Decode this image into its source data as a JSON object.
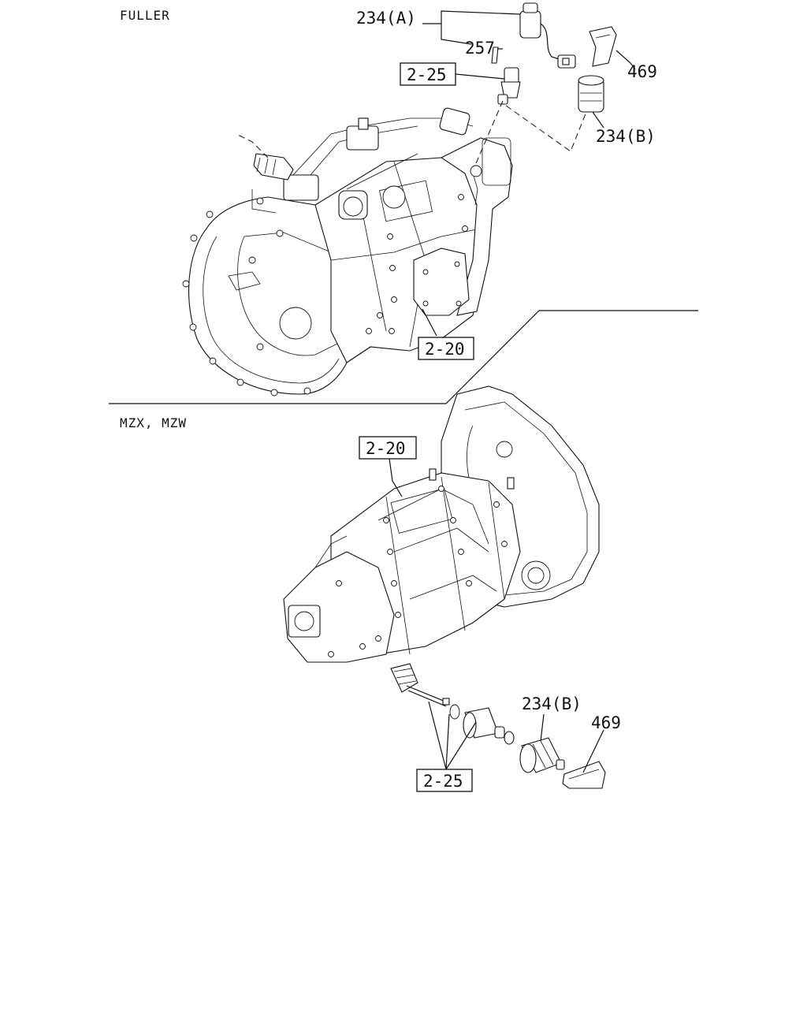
{
  "sections": {
    "fuller": "FULLER",
    "mzx": "MZX, MZW"
  },
  "callouts": {
    "top_234a": "234(A)",
    "top_257": "257",
    "top_225": "2-25",
    "top_469": "469",
    "top_234b": "234(B)",
    "top_220": "2-20",
    "bottom_220": "2-20",
    "bottom_234b": "234(B)",
    "bottom_469": "469",
    "bottom_225": "2-25"
  }
}
